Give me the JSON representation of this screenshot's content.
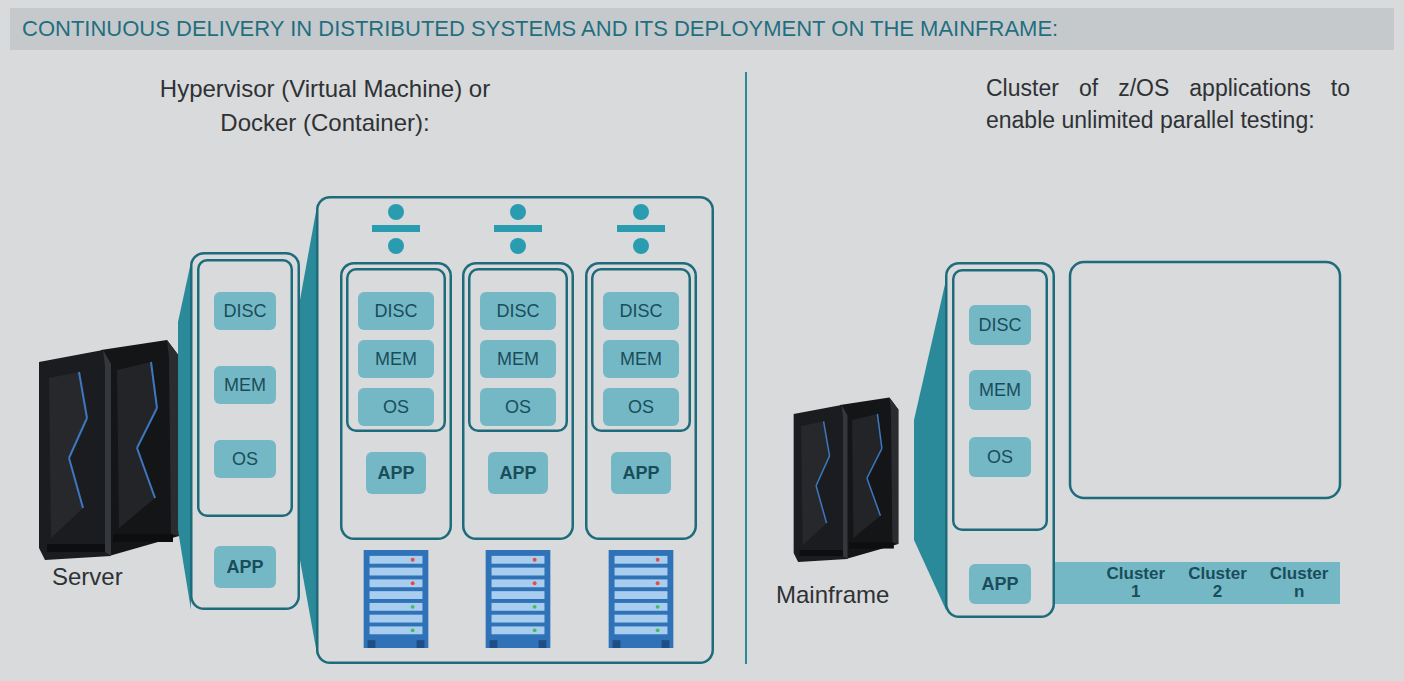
{
  "diagram": {
    "title": "CONTINUOUS DELIVERY IN DISTRIBUTED SYSTEMS AND ITS DEPLOYMENT ON THE MAINFRAME:",
    "nodes": [
      {
        "text": []
      },
      {
        "text": [],
        "in": 0
      },
      {
        "text": [
          "DISC"
        ],
        "in": 1
      },
      {
        "text": [
          "MEM"
        ],
        "in": 1
      },
      {
        "text": [
          "OS"
        ],
        "in": 1
      },
      {
        "text": [
          "APP"
        ],
        "in": 0
      },
      {
        "text": []
      },
      {
        "text": [],
        "in": 6
      },
      {
        "text": [],
        "in": 7
      },
      {
        "text": [
          "DISC"
        ],
        "in": 8
      },
      {
        "text": [
          "MEM"
        ],
        "in": 8
      },
      {
        "text": [
          "OS"
        ],
        "in": 8
      },
      {
        "text": [
          "APP"
        ],
        "in": 7
      },
      {
        "text": [],
        "in": 6
      },
      {
        "text": [],
        "in": 13
      },
      {
        "text": [
          "DISC"
        ],
        "in": 14
      },
      {
        "text": [
          "MEM"
        ],
        "in": 14
      },
      {
        "text": [
          "OS"
        ],
        "in": 14
      },
      {
        "text": [
          "APP"
        ],
        "in": 13
      },
      {
        "text": [],
        "in": 6
      },
      {
        "text": [],
        "in": 19
      },
      {
        "text": [
          "DISC"
        ],
        "in": 20
      },
      {
        "text": [
          "MEM"
        ],
        "in": 20
      },
      {
        "text": [
          "OS"
        ],
        "in": 20
      },
      {
        "text": [
          "APP"
        ],
        "in": 19
      },
      {
        "text": []
      },
      {
        "text": [],
        "in": 25
      },
      {
        "text": [
          "DISC"
        ],
        "in": 26
      },
      {
        "text": [
          "MEM"
        ],
        "in": 26
      },
      {
        "text": [
          "OS"
        ],
        "in": 26
      },
      {
        "text": [
          "APP"
        ],
        "in": 25
      },
      {
        "text": [
          "Cluster 1",
          "Cluster 2",
          "Cluster n"
        ]
      }
    ],
    "labels": [
      "Hypervisor (Virtual Machine) or Docker (Container):",
      "Cluster of z/OS applications to enable unlimited parallel testing:",
      "Server",
      "Mainframe"
    ]
  }
}
